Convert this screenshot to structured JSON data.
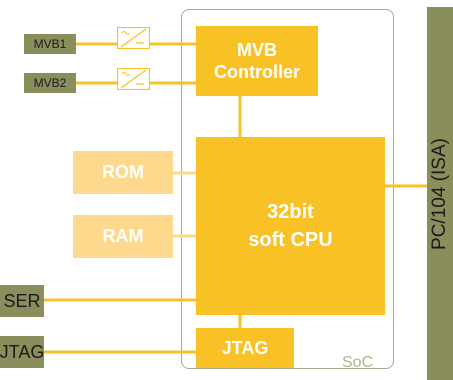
{
  "diagram": {
    "external": {
      "mvb1": "MVB1",
      "mvb2": "MVB2",
      "ser": "SER",
      "jtag": "JTAG",
      "bus": "PC/104 (ISA)"
    },
    "soc": {
      "label": "SoC",
      "mvb_controller": {
        "line1": "MVB",
        "line2": "Controller"
      },
      "cpu": {
        "line1": "32bit",
        "line2": "soft CPU"
      },
      "rom": "ROM",
      "ram": "RAM",
      "jtag": "JTAG"
    },
    "colors": {
      "block": "#f8c226",
      "block_light": "#fcd98c",
      "external": "#8a8e5c",
      "frame": "#a9ad86"
    }
  }
}
